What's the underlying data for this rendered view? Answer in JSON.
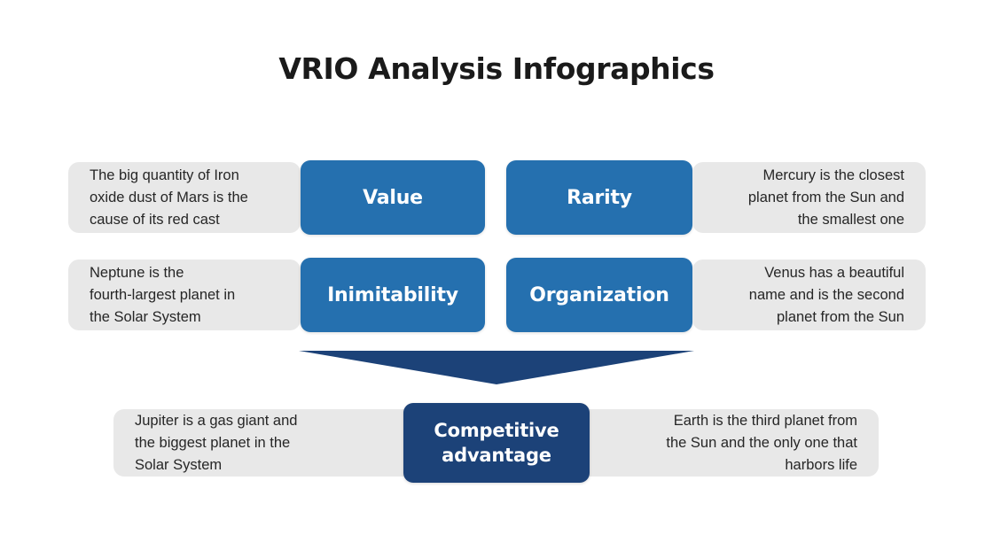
{
  "slide": {
    "title": "VRIO Analysis Infographics",
    "colors": {
      "card_blue": "#2570af",
      "result_navy": "#1c4278",
      "block_gray": "#e8e8e8",
      "text_dark": "#262626",
      "background": "#ffffff"
    }
  },
  "rows": [
    {
      "left_description": {
        "lines": [
          "The big quantity of Iron",
          "oxide dust of Mars is the",
          "cause of its red cast"
        ],
        "align": "left"
      },
      "left_card": {
        "label": "Value"
      },
      "right_card": {
        "label": "Rarity"
      },
      "right_description": {
        "lines": [
          "Mercury is the closest",
          "planet from the Sun and",
          "the smallest one"
        ],
        "align": "right"
      }
    },
    {
      "left_description": {
        "lines": [
          "Neptune is the",
          "fourth-largest planet in",
          "the Solar System"
        ],
        "align": "left"
      },
      "left_card": {
        "label": "Inimitability"
      },
      "right_card": {
        "label": "Organization"
      },
      "right_description": {
        "lines": [
          "Venus has a beautiful",
          "name and is the second",
          "planet from the Sun"
        ],
        "align": "right"
      }
    }
  ],
  "arrow": {
    "direction": "down"
  },
  "result_row": {
    "left_description": {
      "lines": [
        "Jupiter is a gas giant and",
        "the biggest planet in the",
        "Solar System"
      ],
      "align": "left"
    },
    "card": {
      "line1": "Competitive",
      "line2": "advantage"
    },
    "right_description": {
      "lines": [
        "Earth is the third planet from",
        "the Sun and the only one that",
        "harbors life"
      ],
      "align": "right"
    }
  }
}
